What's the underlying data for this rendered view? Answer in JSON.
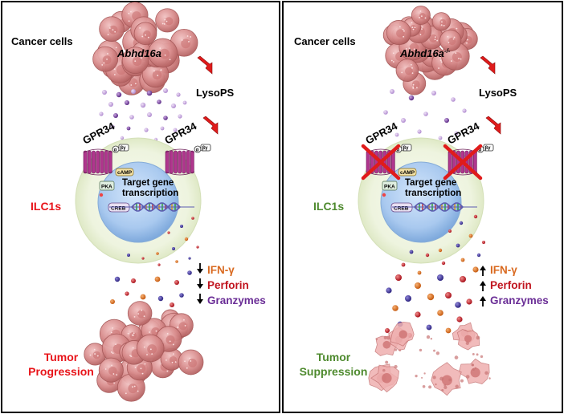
{
  "panels": [
    {
      "cancer_cells_label": "Cancer cells",
      "gene_label": "Abhd16a",
      "gene_suffix": "",
      "lysops_label": "LysoPS",
      "receptor_label": "GPR34",
      "g_protein_label": "βγ",
      "alpha_label": "α",
      "camp_label": "cAMP",
      "pka_label": "PKA",
      "creb_label": "CREB",
      "target_line1": "Target gene",
      "target_line2": "transcription",
      "ilc_label": "ILC1s",
      "ifn_label": "IFN-γ",
      "perforin_label": "Perforin",
      "granzymes_label": "Granzymes",
      "arrow_direction": "down",
      "outcome_line1": "Tumor",
      "outcome_line2": "Progression",
      "receptors_blocked": false,
      "colors": {
        "ilc": "#e8141a",
        "outcome": "#e8141a"
      }
    },
    {
      "cancer_cells_label": "Cancer cells",
      "gene_label": "Abhd16a",
      "gene_suffix": "-/-",
      "lysops_label": "LysoPS",
      "receptor_label": "GPR34",
      "g_protein_label": "βγ",
      "alpha_label": "α",
      "camp_label": "cAMP",
      "pka_label": "PKA",
      "creb_label": "CREB",
      "target_line1": "Target gene",
      "target_line2": "transcription",
      "ilc_label": "ILC1s",
      "ifn_label": "IFN-γ",
      "perforin_label": "Perforin",
      "granzymes_label": "Granzymes",
      "arrow_direction": "up",
      "outcome_line1": "Tumor",
      "outcome_line2": "Suppression",
      "receptors_blocked": true,
      "colors": {
        "ilc": "#4e8a2e",
        "outcome": "#4e8a2e"
      }
    }
  ],
  "colors": {
    "ifn": "#d9691f",
    "perforin": "#c0141e",
    "granzymes": "#6a2d96",
    "receptor": "#b0368e",
    "cancer": "#d88e8e",
    "cell_halo": "#eef4df",
    "nucleus": "#a8c8ee",
    "red_arrow": "#e01b1b"
  }
}
